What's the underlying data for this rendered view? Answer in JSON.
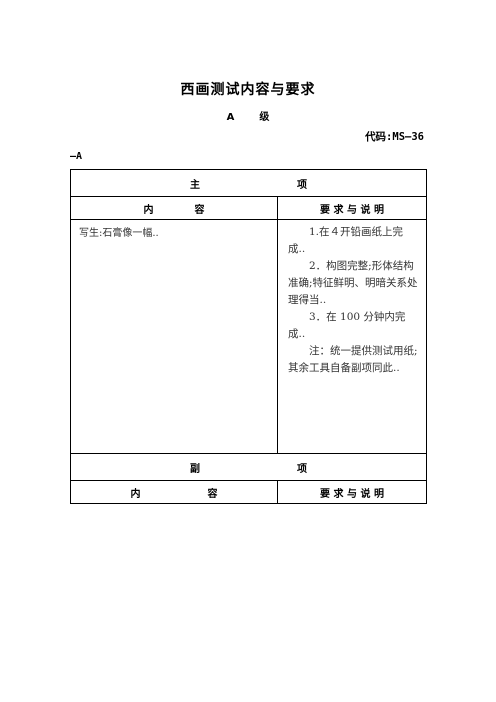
{
  "doc": {
    "title": "西画测试内容与要求",
    "grade_letter": "A",
    "grade_word": "级",
    "code": "代码:MS—36",
    "section_tag": "—A"
  },
  "table": {
    "major_label_left": "主",
    "major_label_right": "项",
    "col_content_left": "内",
    "col_content_right": "容",
    "col_requirements": "要 求 与 说 明",
    "content_text": "写生:石膏像一幅..",
    "requirements": [
      "1.在４开铅画纸上完成..",
      "2．构图完整;形体结构准确;特征鲜明、明暗关系处理得当..",
      "3．在 100 分钟内完成..",
      "注：统一提供测试用纸;其余工具自备副项同此.."
    ],
    "minor_label_left": "副",
    "minor_label_right": "项",
    "col_content2_left": "内",
    "col_content2_right": "容",
    "col_requirements2": "要 求 与 说 明"
  }
}
